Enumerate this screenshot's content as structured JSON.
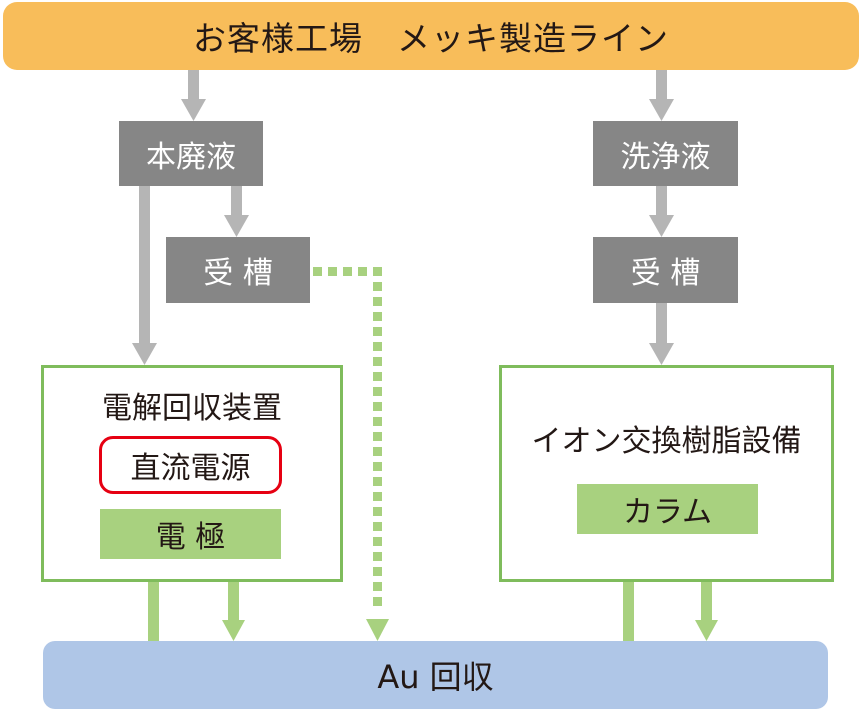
{
  "diagram": {
    "source": {
      "label": "お客様工場　メッキ製造ライン"
    },
    "left_branch": {
      "waste_liquid": "本廃液",
      "receiving_tank": "受 槽",
      "unit": {
        "title": "電解回収装置",
        "power_supply": "直流電源",
        "component": "電 極"
      }
    },
    "right_branch": {
      "rinse_liquid": "洗浄液",
      "receiving_tank": "受 槽",
      "unit": {
        "title": "イオン交換樹脂設備",
        "component": "カラム"
      }
    },
    "sink": {
      "label": "Au 回収"
    },
    "colors": {
      "source_fill": "#f8bd5a",
      "process_fill": "#868686",
      "flow_arrow_gray": "#b5b5b5",
      "equipment_border": "#7fbc5c",
      "component_fill": "#a8d17f",
      "power_supply_border": "#e60012",
      "recovery_fill": "#afc6e7"
    }
  }
}
